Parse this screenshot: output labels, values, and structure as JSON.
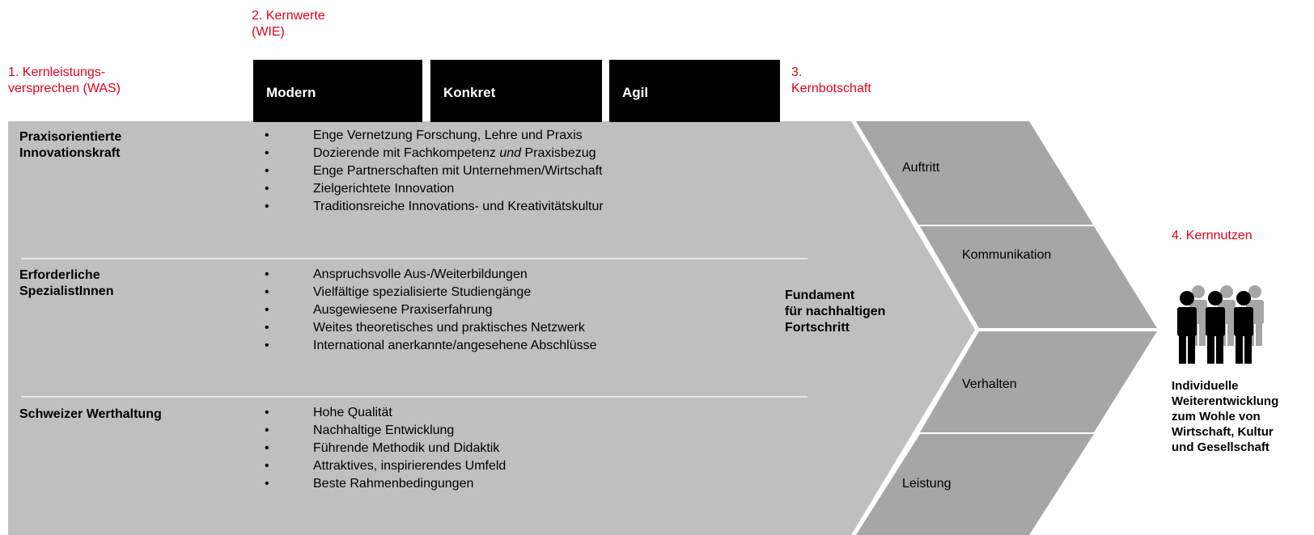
{
  "labels": {
    "kernleistung": "1. Kernleistungs-\nversprechen (WAS)",
    "kernwerte": "2. Kernwerte\n(WIE)",
    "kernbotschaft": "3.\nKernbotschaft",
    "kernnutzen": "4. Kernnutzen"
  },
  "values": [
    "Modern",
    "Konkret",
    "Agil"
  ],
  "sections": [
    {
      "title": "Praxisorientierte\nInnovationskraft",
      "bullets": [
        "Enge Vernetzung Forschung, Lehre und Praxis",
        "Dozierende mit Fachkompetenz und Praxisbezug",
        "Enge Partnerschaften mit Unternehmen/Wirtschaft",
        "Zielgerichtete Innovation",
        "Traditionsreiche Innovations- und Kreativitätskultur"
      ]
    },
    {
      "title": "Erforderliche\nSpezialistInnen",
      "bullets": [
        "Anspruchsvolle Aus-/Weiterbildungen",
        "Vielfältige spezialisierte Studiengänge",
        "Ausgewiesene Praxiserfahrung",
        "Weites theoretisches und praktisches Netzwerk",
        "International anerkannte/angesehene Abschlüsse"
      ]
    },
    {
      "title": "Schweizer Werthaltung",
      "bullets": [
        "Hohe Qualität",
        "Nachhaltige Entwicklung",
        "Führende Methodik und Didaktik",
        "Attraktives, inspirierendes Umfeld",
        "Beste Rahmenbedingungen"
      ]
    }
  ],
  "bullet_glyph": "•",
  "foundation": "Fundament\nfür nachhaltigen\nFortschritt",
  "chevrons": [
    "Auftritt",
    "Kommunikation",
    "Verhalten",
    "Leistung"
  ],
  "benefit": "Individuelle\nWeiterentwicklung\nzum Wohle von\nWirtschaft, Kultur\nund Gesellschaft",
  "colors": {
    "accent_red": "#e2001a",
    "main_grey": "#bfbfbf",
    "chevron_grey": "#a6a6a6",
    "value_box": "#000000"
  },
  "icons": [
    "people-group-icon"
  ]
}
